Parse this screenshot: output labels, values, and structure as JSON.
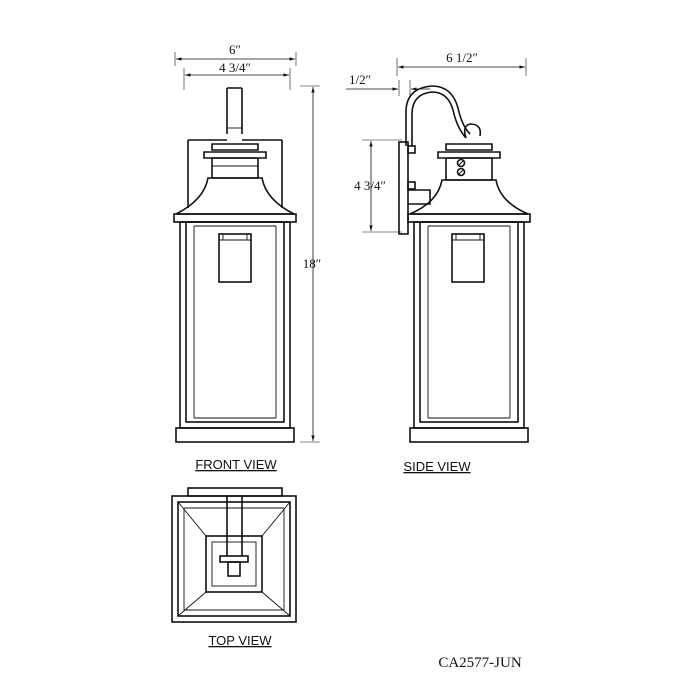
{
  "front": {
    "label": "FRONT VIEW",
    "width_outer": "6″",
    "width_inner": "4 3/4″",
    "height": "18″"
  },
  "side": {
    "label": "SIDE VIEW",
    "depth": "6 1/2″",
    "offset": "1/2″",
    "backplate_height": "4 3/4″"
  },
  "top": {
    "label": "TOP VIEW"
  },
  "model_code": "CA2577-JUN"
}
